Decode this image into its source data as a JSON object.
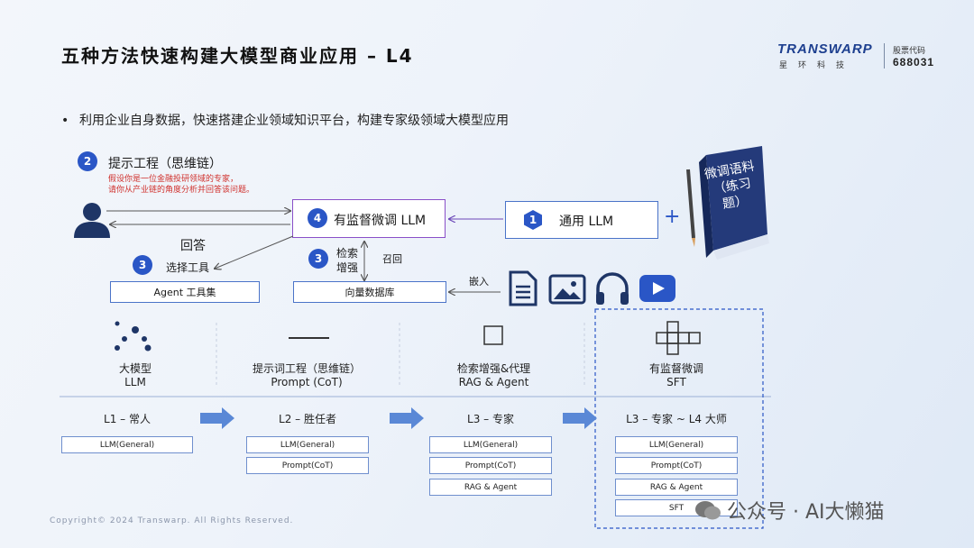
{
  "header": {
    "title": "五种方法快速构建大模型商业应用 – L4",
    "logo_main": "TRANSWARP",
    "logo_sub": "星环科技",
    "stock_label": "股票代码",
    "stock_code": "688031"
  },
  "bullet": "利用企业自身数据，快速搭建企业领域知识平台，构建专家级领域大模型应用",
  "flow": {
    "step2_num": "2",
    "step2_label": "提示工程（思维链）",
    "step2_prompt": [
      "假设你是一位金融投研领域的专家，",
      "请你从产业链的角度分析并回答该问题。"
    ],
    "step4_num": "4",
    "step4_label": "有监督微调 LLM",
    "step1_num": "1",
    "step1_label": "通用 LLM",
    "plus": "+",
    "book_text": "微调语料（练习题）",
    "answer_label": "回答",
    "step3a_num": "3",
    "step3a_label": "选择工具",
    "step3b_num": "3",
    "step3b_label_1": "检索",
    "step3b_label_2": "增强",
    "recall_label": "召回",
    "embed_label": "嵌入",
    "agent_box": "Agent 工具集",
    "vector_box": "向量数据库"
  },
  "categories": [
    {
      "name": "大模型",
      "sub": "LLM"
    },
    {
      "name": "提示词工程（思维链）",
      "sub": "Prompt (CoT)"
    },
    {
      "name": "检索增强&代理",
      "sub": "RAG & Agent"
    },
    {
      "name": "有监督微调",
      "sub": "SFT"
    }
  ],
  "levels": [
    {
      "label": "L1 – 常人",
      "items": [
        "LLM(General)"
      ]
    },
    {
      "label": "L2 – 胜任者",
      "items": [
        "LLM(General)",
        "Prompt(CoT)"
      ]
    },
    {
      "label": "L3 – 专家",
      "items": [
        "LLM(General)",
        "Prompt(CoT)",
        "RAG & Agent"
      ]
    },
    {
      "label": "L3 – 专家 ~ L4 大师",
      "items": [
        "LLM(General)",
        "Prompt(CoT)",
        "RAG & Agent",
        "SFT"
      ]
    }
  ],
  "copyright": "Copyright©  2024 Transwarp. All Rights Reserved.",
  "watermark": "公众号 · AI大懒猫",
  "colors": {
    "accent": "#2a56c6",
    "purple": "#8a4fc8",
    "red": "#d0312d",
    "book": "#243a7a"
  }
}
